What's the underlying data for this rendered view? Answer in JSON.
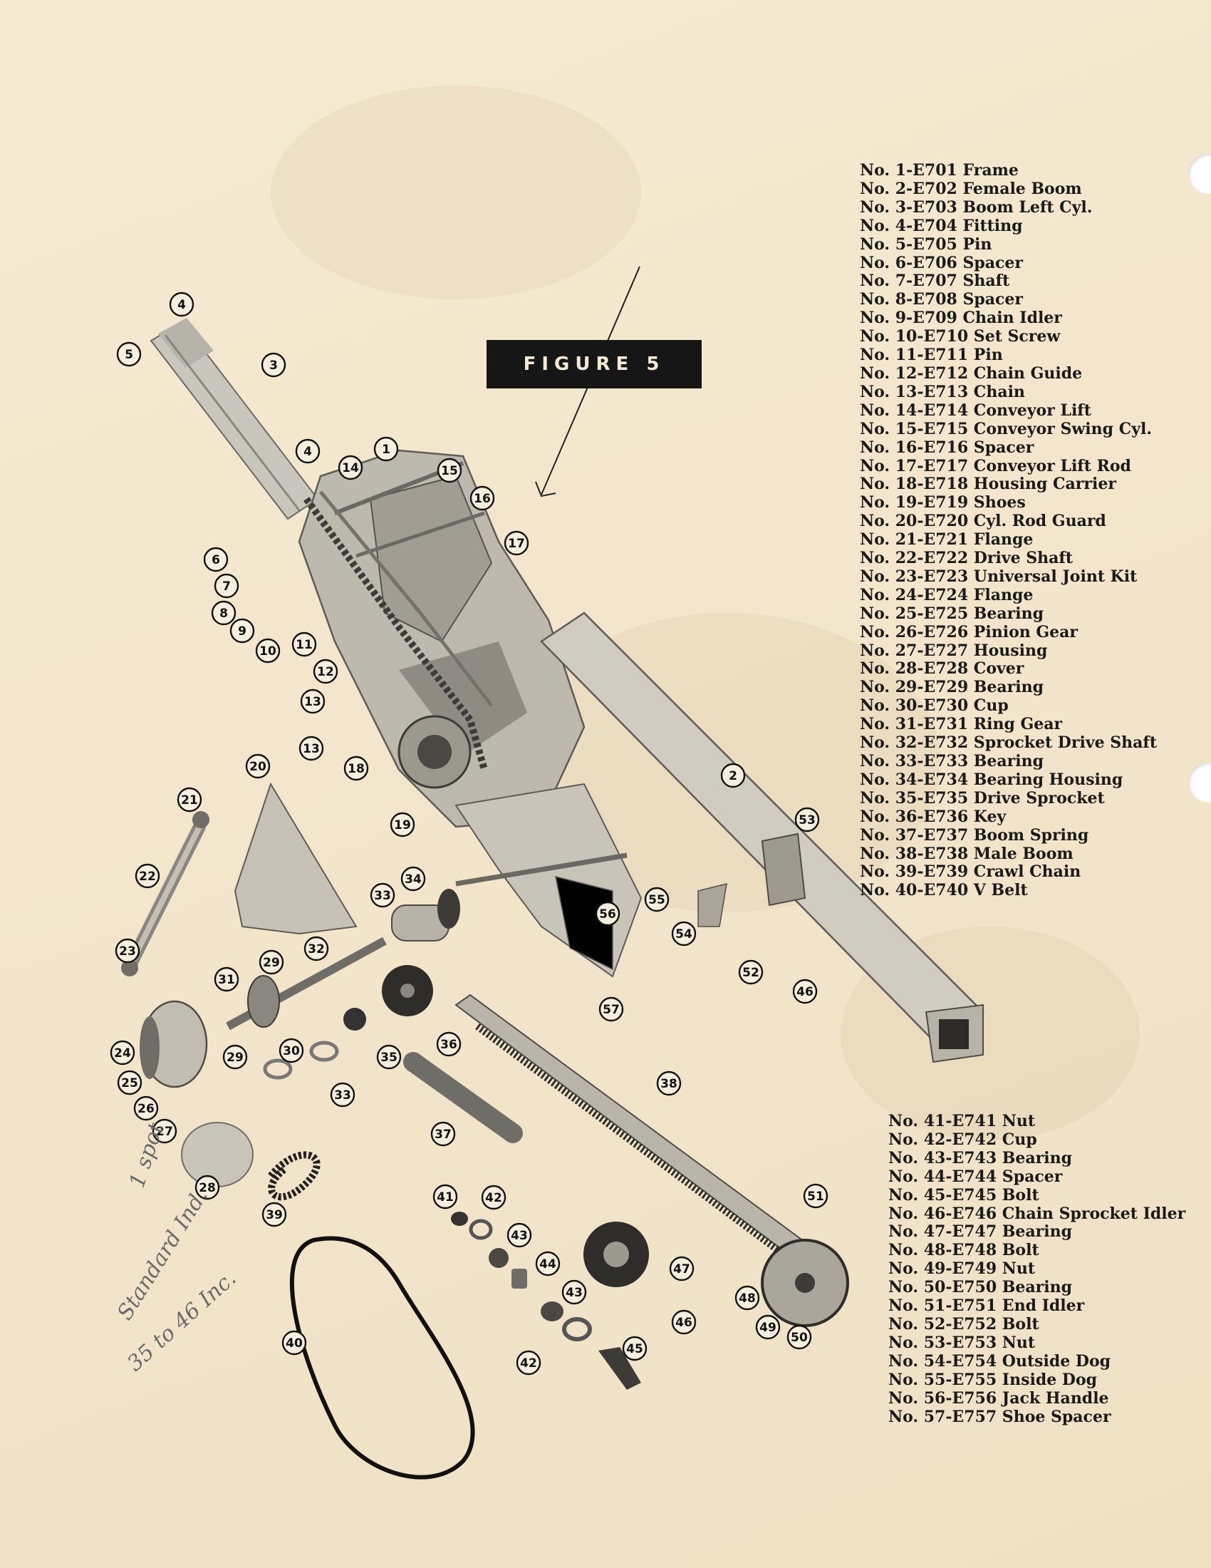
{
  "figure_label": "FIGURE 5",
  "parts_list_1": [
    "No. 1-E701 Frame",
    "No. 2-E702 Female Boom",
    "No. 3-E703 Boom Left Cyl.",
    "No. 4-E704 Fitting",
    "No. 5-E705 Pin",
    "No. 6-E706 Spacer",
    "No. 7-E707 Shaft",
    "No. 8-E708 Spacer",
    "No. 9-E709 Chain Idler",
    "No. 10-E710 Set Screw",
    "No. 11-E711 Pin",
    "No. 12-E712 Chain Guide",
    "No. 13-E713 Chain",
    "No. 14-E714 Conveyor Lift",
    "No. 15-E715 Conveyor Swing Cyl.",
    "No. 16-E716 Spacer",
    "No. 17-E717 Conveyor Lift Rod",
    "No. 18-E718 Housing Carrier",
    "No. 19-E719 Shoes",
    "No. 20-E720 Cyl. Rod Guard",
    "No. 21-E721 Flange",
    "No. 22-E722 Drive Shaft",
    "No. 23-E723 Universal Joint Kit",
    "No. 24-E724 Flange",
    "No. 25-E725 Bearing",
    "No. 26-E726 Pinion Gear",
    "No. 27-E727 Housing",
    "No. 28-E728 Cover",
    "No. 29-E729 Bearing",
    "No. 30-E730 Cup",
    "No. 31-E731 Ring Gear",
    "No. 32-E732 Sprocket Drive Shaft",
    "No. 33-E733 Bearing",
    "No. 34-E734 Bearing Housing",
    "No. 35-E735 Drive Sprocket",
    "No. 36-E736 Key",
    "No. 37-E737 Boom Spring",
    "No. 38-E738 Male Boom",
    "No. 39-E739 Crawl Chain",
    "No. 40-E740 V Belt"
  ],
  "parts_list_2": [
    "No. 41-E741 Nut",
    "No. 42-E742 Cup",
    "No. 43-E743 Bearing",
    "No. 44-E744 Spacer",
    "No. 45-E745 Bolt",
    "No. 46-E746 Chain Sprocket Idler",
    "No. 47-E747 Bearing",
    "No. 48-E748 Bolt",
    "No. 49-E749 Nut",
    "No. 50-E750 Bearing",
    "No. 51-E751 End Idler",
    "No. 52-E752 Bolt",
    "No. 53-E753 Nut",
    "No. 54-E754 Outside Dog",
    "No. 55-E755 Inside Dog",
    "No. 56-E756 Jack Handle",
    "No. 57-E757 Shoe Spacer"
  ],
  "handwritten_note": [
    "1 spot",
    "Standard Ind.",
    "35 to 46 Inc."
  ],
  "callout_labels": [
    "4",
    "5",
    "3",
    "4",
    "1",
    "14",
    "15",
    "16",
    "17",
    "6",
    "7",
    "8",
    "9",
    "10",
    "11",
    "12",
    "13",
    "13",
    "18",
    "20",
    "21",
    "22",
    "23",
    "19",
    "2",
    "53",
    "52",
    "46",
    "54",
    "55",
    "56",
    "57",
    "33",
    "34",
    "32",
    "29",
    "31",
    "29",
    "30",
    "33",
    "35",
    "36",
    "24",
    "25",
    "26",
    "27",
    "28",
    "37",
    "38",
    "39",
    "41",
    "42",
    "43",
    "44",
    "43",
    "42",
    "45",
    "47",
    "46",
    "48",
    "49",
    "50",
    "51",
    "40"
  ]
}
